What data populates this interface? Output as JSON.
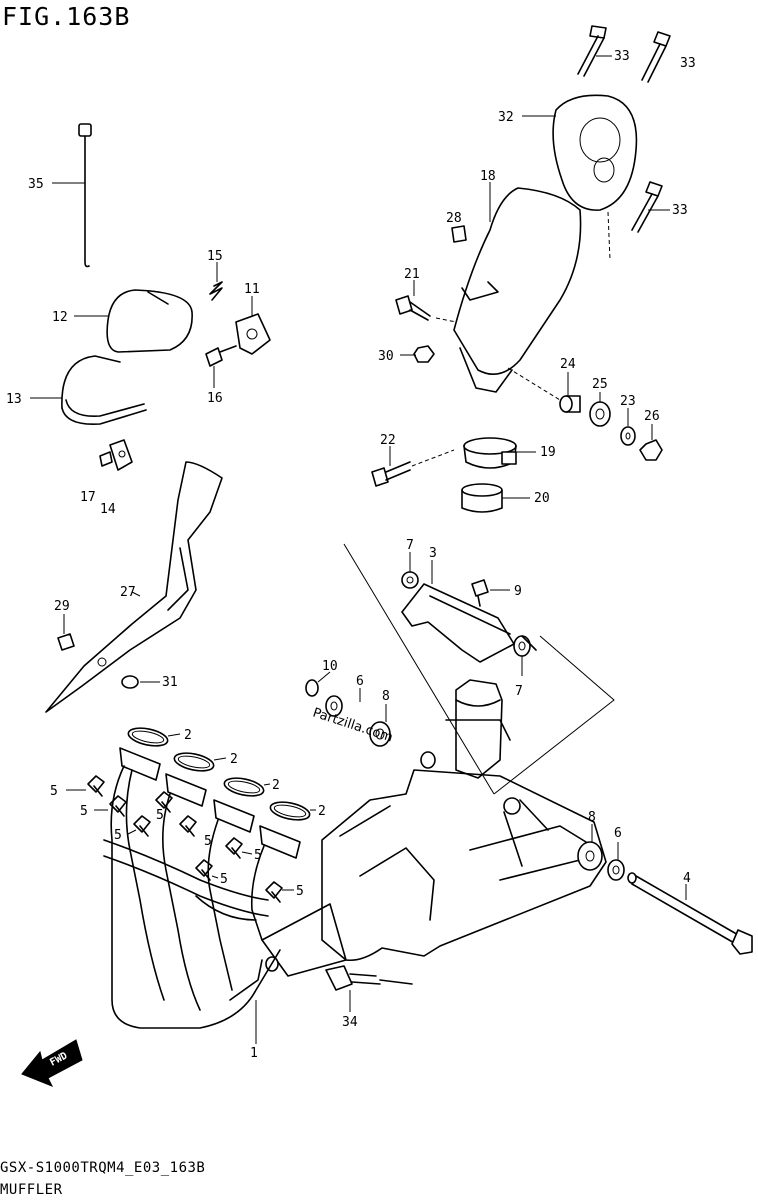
{
  "figure": {
    "title": "FIG.163B",
    "code": "GSX-S1000TRQM4_E03_163B",
    "name": "MUFFLER",
    "fwd_label": "FWD",
    "watermark": "Partzilla.com"
  },
  "callouts": [
    {
      "id": "c1",
      "text": "1"
    },
    {
      "id": "c2a",
      "text": "2"
    },
    {
      "id": "c2b",
      "text": "2"
    },
    {
      "id": "c2c",
      "text": "2"
    },
    {
      "id": "c2d",
      "text": "2"
    },
    {
      "id": "c3",
      "text": "3"
    },
    {
      "id": "c4",
      "text": "4"
    },
    {
      "id": "c5a",
      "text": "5"
    },
    {
      "id": "c5b",
      "text": "5"
    },
    {
      "id": "c5c",
      "text": "5"
    },
    {
      "id": "c5d",
      "text": "5"
    },
    {
      "id": "c5e",
      "text": "5"
    },
    {
      "id": "c5f",
      "text": "5"
    },
    {
      "id": "c5g",
      "text": "5"
    },
    {
      "id": "c5h",
      "text": "5"
    },
    {
      "id": "c6a",
      "text": "6"
    },
    {
      "id": "c6b",
      "text": "6"
    },
    {
      "id": "c7a",
      "text": "7"
    },
    {
      "id": "c7b",
      "text": "7"
    },
    {
      "id": "c8a",
      "text": "8"
    },
    {
      "id": "c8b",
      "text": "8"
    },
    {
      "id": "c9",
      "text": "9"
    },
    {
      "id": "c10",
      "text": "10"
    },
    {
      "id": "c11",
      "text": "11"
    },
    {
      "id": "c12",
      "text": "12"
    },
    {
      "id": "c13",
      "text": "13"
    },
    {
      "id": "c14",
      "text": "14"
    },
    {
      "id": "c15",
      "text": "15"
    },
    {
      "id": "c16",
      "text": "16"
    },
    {
      "id": "c17",
      "text": "17"
    },
    {
      "id": "c18",
      "text": "18"
    },
    {
      "id": "c19",
      "text": "19"
    },
    {
      "id": "c20",
      "text": "20"
    },
    {
      "id": "c21",
      "text": "21"
    },
    {
      "id": "c22",
      "text": "22"
    },
    {
      "id": "c23",
      "text": "23"
    },
    {
      "id": "c24",
      "text": "24"
    },
    {
      "id": "c25",
      "text": "25"
    },
    {
      "id": "c26",
      "text": "26"
    },
    {
      "id": "c27",
      "text": "27"
    },
    {
      "id": "c28",
      "text": "28"
    },
    {
      "id": "c29",
      "text": "29"
    },
    {
      "id": "c30",
      "text": "30"
    },
    {
      "id": "c31",
      "text": "31"
    },
    {
      "id": "c32",
      "text": "32"
    },
    {
      "id": "c33a",
      "text": "33"
    },
    {
      "id": "c33b",
      "text": "33"
    },
    {
      "id": "c33c",
      "text": "33"
    },
    {
      "id": "c34",
      "text": "34"
    },
    {
      "id": "c35",
      "text": "35"
    }
  ]
}
